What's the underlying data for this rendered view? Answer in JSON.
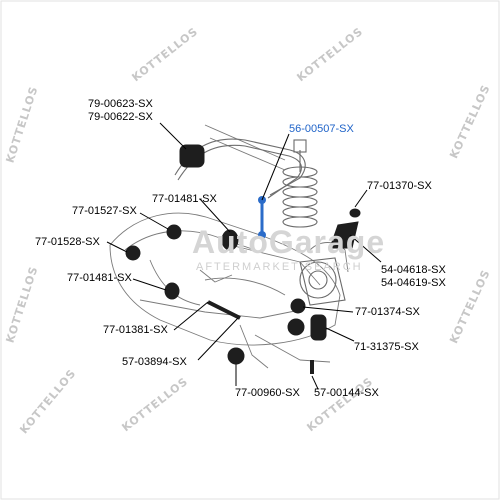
{
  "watermark": {
    "brand": "AutoGarage",
    "slogan": "AFTERMARKET SEARCH",
    "repeat_text": "KOTTELLOS"
  },
  "colors": {
    "label": "#000000",
    "highlight_label": "#1f63c8",
    "outline": "#7a7a7a",
    "highlight_part": "#2b6cc9"
  },
  "labels": {
    "l1": "79-00623-SX",
    "l2": "79-00622-SX",
    "l3": "56-00507-SX",
    "l4": "77-01481-SX",
    "l5": "77-01370-SX",
    "l6": "77-01527-SX",
    "l7": "77-01528-SX",
    "l8": "54-04618-SX",
    "l9": "54-04619-SX",
    "l10": "77-01481-SX",
    "l11": "77-01374-SX",
    "l12": "77-01381-SX",
    "l13": "71-31375-SX",
    "l14": "57-03894-SX",
    "l15": "77-00960-SX",
    "l16": "57-00144-SX"
  }
}
